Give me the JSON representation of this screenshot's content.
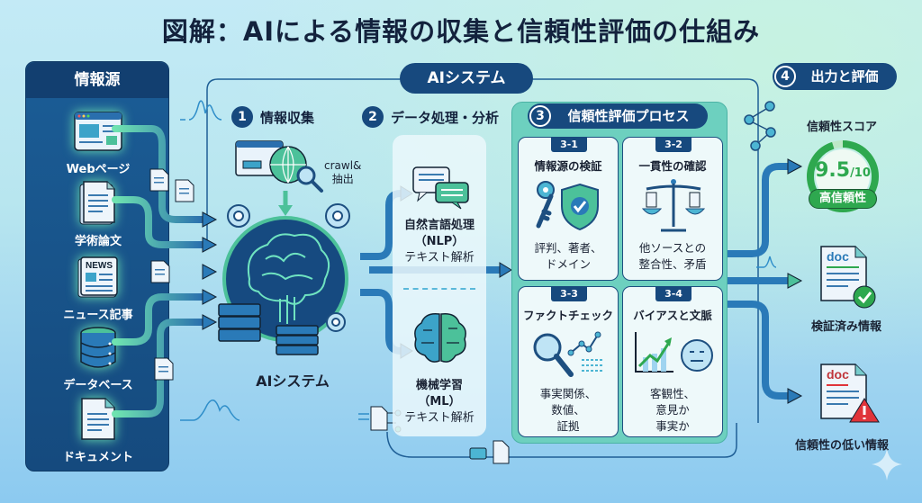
{
  "title": "図解：AIによる情報の収集と信頼性評価の仕組み",
  "sources": {
    "heading": "情報源",
    "items": [
      {
        "label": "Webページ",
        "icon": "web-page-icon"
      },
      {
        "label": "学術論文",
        "icon": "paper-icon"
      },
      {
        "label": "ニュース記事",
        "icon": "news-icon",
        "badge": "NEWS"
      },
      {
        "label": "データベース",
        "icon": "database-icon"
      },
      {
        "label": "ドキュメント",
        "icon": "document-icon"
      }
    ]
  },
  "ai_system": {
    "pill": "AIシステム",
    "center_label": "AIシステム",
    "step1": {
      "num": "1",
      "label": "情報収集",
      "crawl_line1": "crawl&",
      "crawl_line2": "抽出"
    },
    "step2": {
      "num": "2",
      "label": "データ処理・分析",
      "nlp": {
        "line1": "自然言語処理",
        "line2": "（NLP）",
        "line3": "テキスト解析"
      },
      "ml": {
        "line1": "機械学習",
        "line2": "（ML）",
        "line3": "テキスト解析"
      }
    }
  },
  "trust": {
    "num": "3",
    "label": "信頼性評価プロセス",
    "cards": [
      {
        "id": "3-1",
        "title": "情報源の検証",
        "desc": [
          "評判、著者、",
          "ドメイン"
        ]
      },
      {
        "id": "3-2",
        "title": "一貫性の確認",
        "desc": [
          "他ソースとの",
          "整合性、矛盾"
        ]
      },
      {
        "id": "3-3",
        "title": "ファクトチェック",
        "desc": [
          "事実関係、",
          "数値、",
          "証拠"
        ]
      },
      {
        "id": "3-4",
        "title": "バイアスと文脈",
        "desc": [
          "客観性、",
          "意見か",
          "事実か"
        ]
      }
    ]
  },
  "output": {
    "num": "4",
    "label": "出力と評価",
    "score_title": "信頼性スコア",
    "score_value": "9.5",
    "score_max": "/10",
    "score_fraction": 0.95,
    "score_badge": "高信頼性",
    "verified_doc": "doc",
    "verified_label": "検証済み情報",
    "low_doc": "doc",
    "low_label": "信頼性の低い情報"
  },
  "colors": {
    "navy": "#17497e",
    "teal": "#6dd0bf",
    "green": "#2ea84f",
    "red": "#e0343a"
  }
}
